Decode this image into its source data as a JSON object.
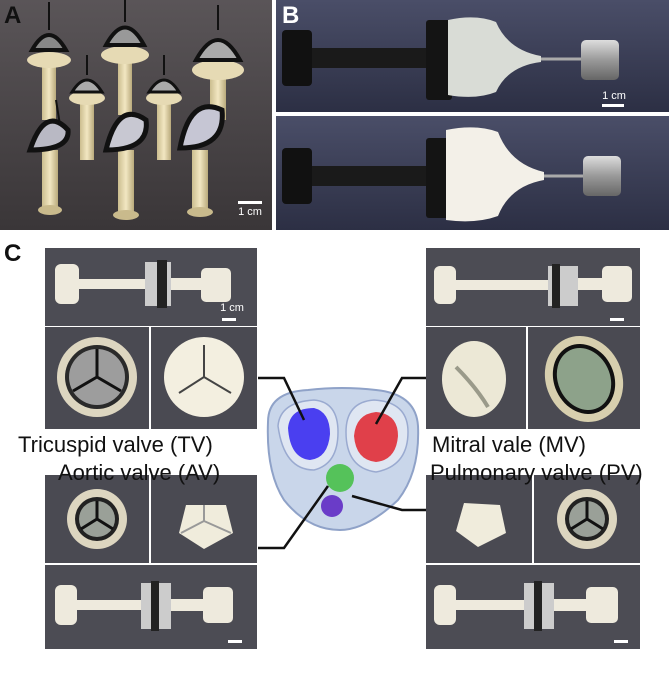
{
  "panels": {
    "a": {
      "letter": "A",
      "scale": "1 cm"
    },
    "b": {
      "letter": "B",
      "scale": "1 cm"
    },
    "c": {
      "letter": "C",
      "scale": "1 cm"
    }
  },
  "labels": {
    "tricuspid": "Tricuspid valve (TV)",
    "aortic": "Aortic valve (AV)",
    "mitral": "Mitral vale (MV)",
    "pulmonary": "Pulmonary valve (PV)"
  },
  "colors": {
    "background_dark": "#4a4a52",
    "mold_cream": "#e8dcb5",
    "tv_region": "#4a3ff0",
    "mv_region": "#e0404a",
    "av_region": "#55c25a",
    "pv_region": "#6a3cc8"
  }
}
